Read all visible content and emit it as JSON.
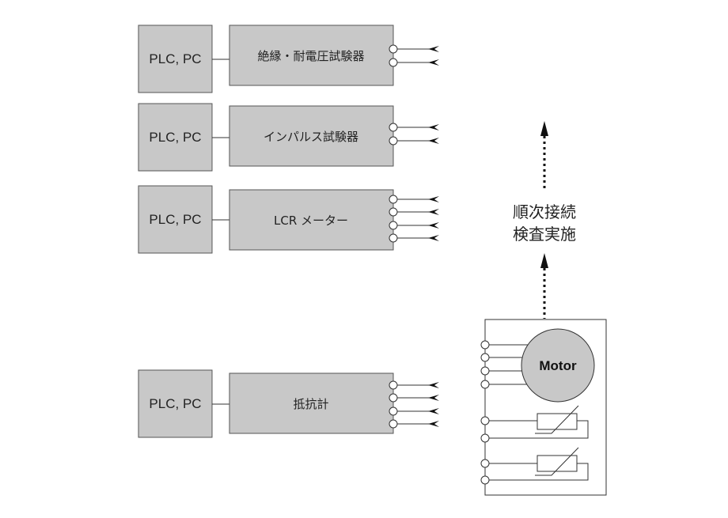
{
  "diagram": {
    "instruments": [
      {
        "controller": "PLC, PC",
        "device": "絶縁・耐電圧試験器",
        "probe_count": 2
      },
      {
        "controller": "PLC, PC",
        "device": "インパルス試験器",
        "probe_count": 2
      },
      {
        "controller": "PLC, PC",
        "device": "LCR メーター",
        "probe_count": 4
      },
      {
        "controller": "PLC, PC",
        "device": "抵抗計",
        "probe_count": 4
      }
    ],
    "side_label": {
      "line1": "順次接続",
      "line2": "検査実施"
    },
    "motor": {
      "label": "Motor",
      "motor_terminals": 4,
      "sensor_count": 2
    },
    "colors": {
      "box_fill": "#c8c8c8",
      "motor_fill": "#c8c8c8",
      "line": "#333333"
    }
  }
}
